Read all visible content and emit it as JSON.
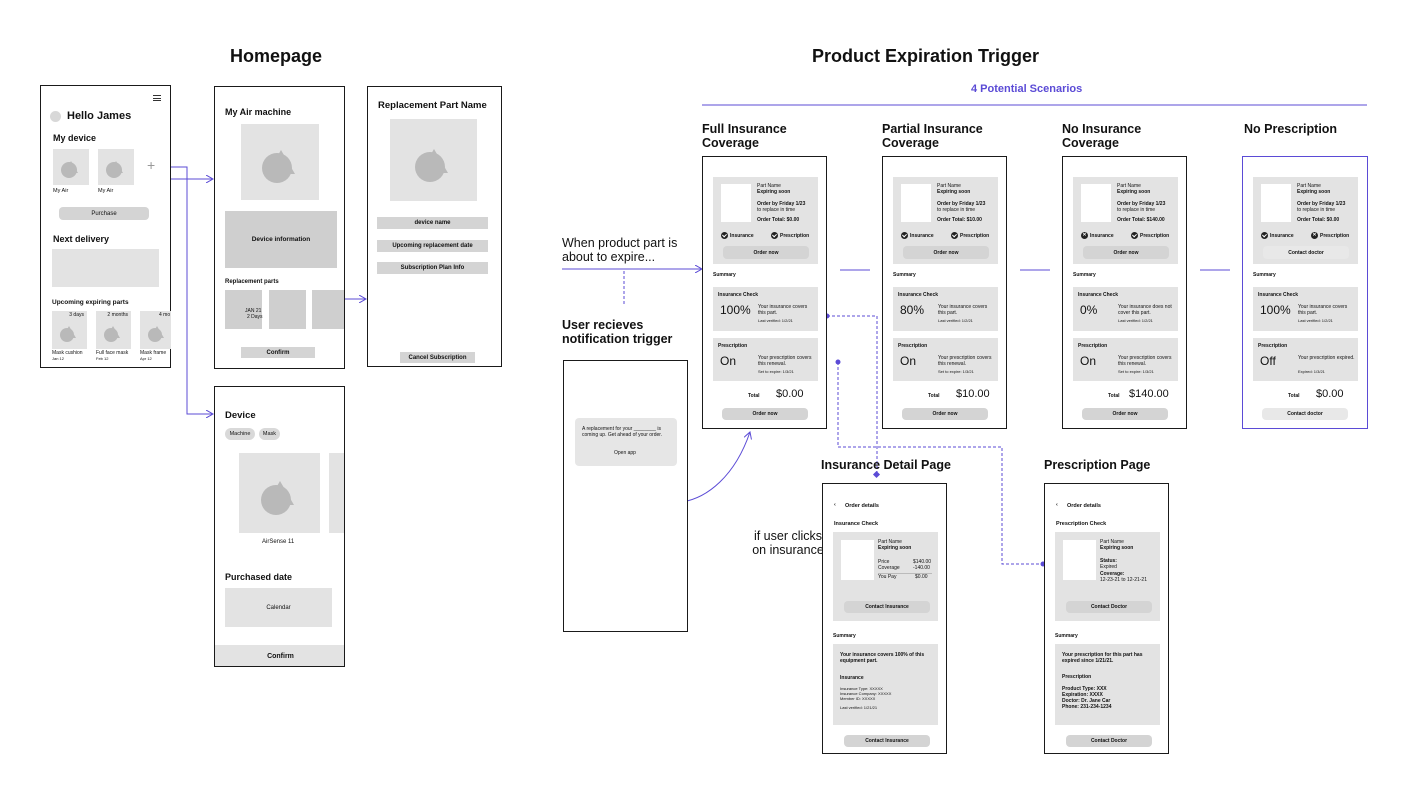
{
  "homepage": {
    "heading": "Homepage",
    "home": {
      "greeting": "Hello James",
      "my_device": "My device",
      "devices": [
        "My Air",
        "My Air"
      ],
      "purchase": "Purchase",
      "next_delivery": "Next delivery",
      "upcoming": "Upcoming expiring parts",
      "parts": [
        {
          "tag": "3 days",
          "name": "Mask cushion",
          "date": "Jan 12"
        },
        {
          "tag": "2 months",
          "name": "Full face mask",
          "date": "Feb 12"
        },
        {
          "tag": "4 mo",
          "name": "Mask frame",
          "date": "Apr 12"
        }
      ]
    },
    "machine": {
      "title": "My Air machine",
      "device_info": "Device information",
      "replacement_parts": "Replacement parts",
      "thumb_line1": "JAN 21",
      "thumb_line2": "2 Days",
      "confirm": "Confirm"
    },
    "part": {
      "title": "Replacement Part Name",
      "fields": [
        "device name",
        "Upcoming replacement date",
        "Subscription Plan Info"
      ],
      "cancel": "Cancel Subscription"
    },
    "device": {
      "title": "Device",
      "chips": [
        "Machine",
        "Mask"
      ],
      "model": "AirSense 11",
      "purchased": "Purchased date",
      "calendar": "Calendar",
      "confirm": "Confirm"
    }
  },
  "trigger": {
    "heading": "Product Expiration Trigger",
    "subheading": "4 Potential Scenarios",
    "when_note": "When product part is about to expire...",
    "user_note": "User recieves notification trigger",
    "notif_text": "A replacement for your ________ is coming up. Get ahead of your order.",
    "notif_open": "Open app",
    "clicks_note": "if user clicks on insurance"
  },
  "card_common": {
    "part_name": "Part Name",
    "expiring": "Expiring soon",
    "order_by": "Order by Friday 1/23",
    "replace_time": "to replace in time",
    "insurance": "Insurance",
    "prescription": "Prescription",
    "summary": "Summary",
    "insurance_check": "Insurance Check",
    "total": "Total"
  },
  "scenarios": [
    {
      "title": "Full Insurance Coverage",
      "order_total": "Order Total: $0.00",
      "ins_ok": true,
      "rx_ok": true,
      "top_btn": "Order now",
      "ins_pct": "100%",
      "ins_text": "Your insurance covers this part.",
      "ins_verified": "Last verified: 1/2/21",
      "rx_state": "On",
      "rx_text": "Your prescription covers this renewal.",
      "rx_sub": "Set to expire: 1/3/21",
      "total_value": "$0.00",
      "bottom_btn": "Order now"
    },
    {
      "title": "Partial Insurance Coverage",
      "order_total": "Order Total: $10.00",
      "ins_ok": true,
      "rx_ok": true,
      "top_btn": "Order now",
      "ins_pct": "80%",
      "ins_text": "Your insurance covers this part.",
      "ins_verified": "Last verified: 1/2/21",
      "rx_state": "On",
      "rx_text": "Your prescription covers this renewal.",
      "rx_sub": "Set to expire: 1/3/21",
      "total_value": "$10.00",
      "bottom_btn": "Order now"
    },
    {
      "title": "No Insurance Coverage",
      "order_total": "Order Total: $140.00",
      "ins_ok": false,
      "rx_ok": true,
      "top_btn": "Order now",
      "ins_pct": "0%",
      "ins_text": "Your insurance does not cover this part.",
      "ins_verified": "Last verified: 1/2/21",
      "rx_state": "On",
      "rx_text": "Your prescription covers this renewal.",
      "rx_sub": "Set to expire: 1/3/21",
      "total_value": "$140.00",
      "bottom_btn": "Order now"
    },
    {
      "title": "No Prescription",
      "order_total": "Order Total: $0.00",
      "ins_ok": true,
      "rx_ok": false,
      "top_btn": "Contact doctor",
      "ins_pct": "100%",
      "ins_text": "Your insurance covers this part.",
      "ins_verified": "Last verified: 1/2/21",
      "rx_state": "Off",
      "rx_text": "Your prescription expired.",
      "rx_sub": "Expired: 1/3/21",
      "total_value": "$0.00",
      "bottom_btn": "Contact doctor"
    }
  ],
  "insurance_page": {
    "heading": "Insurance Detail Page",
    "back": "Order details",
    "section": "Insurance Check",
    "part_name": "Part Name",
    "expiring": "Expiring soon",
    "price_label": "Price",
    "price_value": "$140.00",
    "coverage_label": "Coverage",
    "coverage_value": "-140.00",
    "pay_label": "You Pay",
    "pay_value": "$0.00",
    "contact": "Contact Insurance",
    "summary": "Summary",
    "summary_text": "Your insurance covers 100% of this equipment part.",
    "sub_title": "Insurance",
    "lines": [
      "Insurance Type: XXXXX",
      "Insurance Company: XXXXX",
      "Member ID: XXXXX"
    ],
    "verified": "Last verified: 1/21/21",
    "contact_bottom": "Contact Insurance"
  },
  "prescription_page": {
    "heading": "Prescription Page",
    "back": "Order details",
    "section": "Prescription Check",
    "part_name": "Part Name",
    "expiring": "Expiring soon",
    "status_label": "Status:",
    "status_value": "Expired",
    "coverage_label": "Coverage:",
    "coverage_value": "12-23-21 to 12-21-21",
    "contact": "Contact Doctor",
    "summary": "Summary",
    "summary_text": "Your prescription for this part has expired since 1/21/21.",
    "sub_title": "Prescription",
    "lines": [
      "Product Type: XXX",
      "Expiration: XXXX",
      "Doctor: Dr. Jane Car",
      "Phone: 231-234-1234"
    ],
    "contact_bottom": "Contact Doctor"
  },
  "colors": {
    "accent": "#5b4bd6",
    "placeholder": "#e3e3e3",
    "button": "#d4d4d4"
  }
}
